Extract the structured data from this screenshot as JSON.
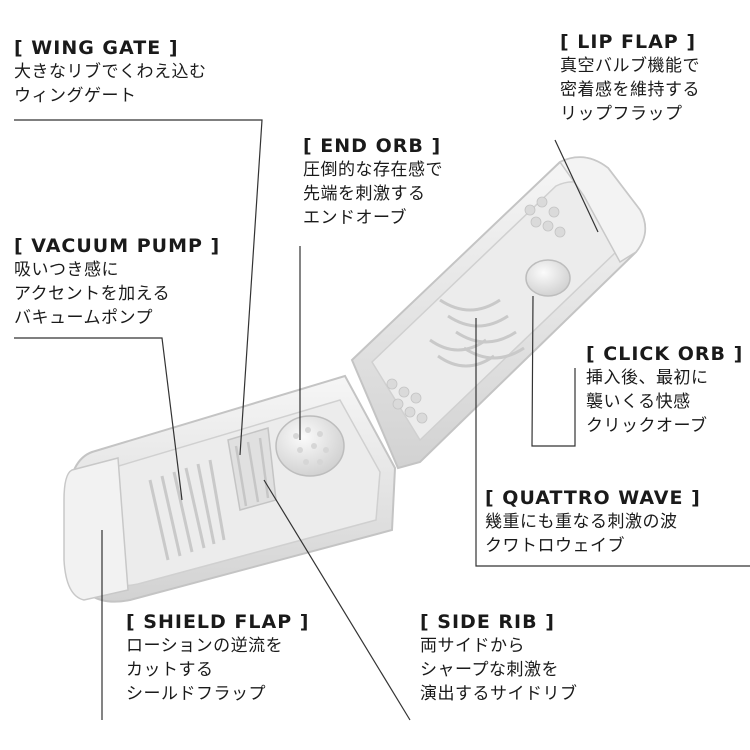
{
  "callouts": {
    "wing_gate": {
      "title": "[ WING GATE ]",
      "lines": [
        "大きなリブでくわえ込む",
        "ウィングゲート"
      ]
    },
    "lip_flap": {
      "title": "[ LIP FLAP ]",
      "lines": [
        "真空バルブ機能で",
        "密着感を維持する",
        "リップフラップ"
      ]
    },
    "end_orb": {
      "title": "[ END ORB ]",
      "lines": [
        "圧倒的な存在感で",
        "先端を刺激する",
        "エンドオーブ"
      ]
    },
    "vacuum_pump": {
      "title": "[ VACUUM PUMP ]",
      "lines": [
        "吸いつき感に",
        "アクセントを加える",
        "バキュームポンプ"
      ]
    },
    "click_orb": {
      "title": "[ CLICK ORB ]",
      "lines": [
        "挿入後、最初に",
        "襲いくる快感",
        "クリックオーブ"
      ]
    },
    "quattro_wave": {
      "title": "[ QUATTRO WAVE ]",
      "lines": [
        "幾重にも重なる刺激の波",
        "クワトロウェイブ"
      ]
    },
    "shield_flap": {
      "title": "[ SHIELD FLAP ]",
      "lines": [
        "ローションの逆流を",
        "カットする",
        "シールドフラップ"
      ]
    },
    "side_rib": {
      "title": "[ SIDE RIB ]",
      "lines": [
        "両サイドから",
        "シャープな刺激を",
        "演出するサイドリブ"
      ]
    }
  },
  "colors": {
    "text": "#1a1a1a",
    "leader": "#333333",
    "shell": "#e6e6e6",
    "shell_edge": "#c4c4c4"
  }
}
